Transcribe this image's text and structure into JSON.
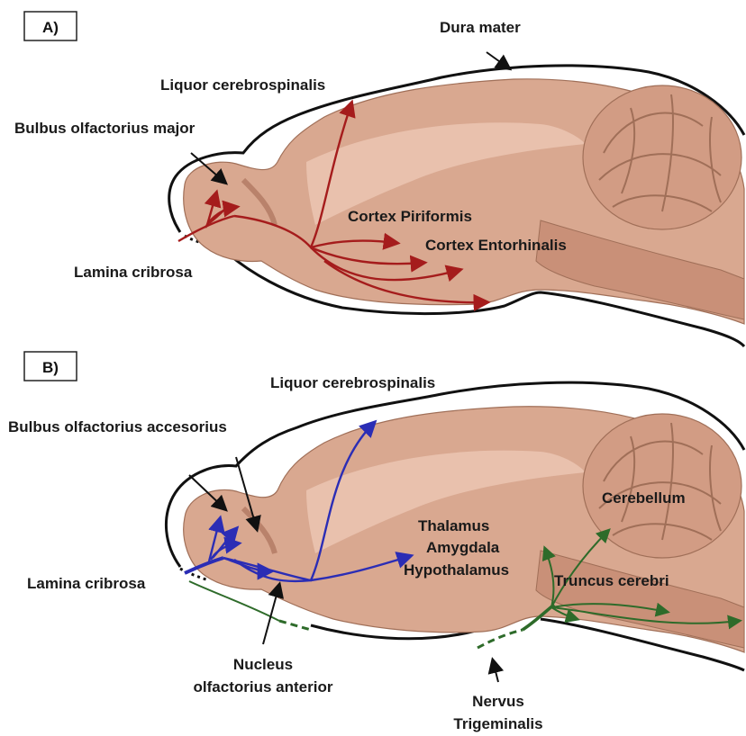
{
  "panel_a": {
    "tag": "A)",
    "labels": {
      "dura_mater": "Dura mater",
      "liquor": "Liquor cerebrospinalis",
      "bulbus": "Bulbus olfactorius major",
      "cortex_piriformis": "Cortex Piriformis",
      "cortex_entorhinalis": "Cortex Entorhinalis",
      "lamina": "Lamina cribrosa"
    }
  },
  "panel_b": {
    "tag": "B)",
    "labels": {
      "liquor": "Liquor cerebrospinalis",
      "bulbus": "Bulbus olfactorius accesorius",
      "cerebellum": "Cerebellum",
      "thalamus": "Thalamus",
      "amygdala": "Amygdala",
      "hypothalamus": "Hypothalamus",
      "truncus": "Truncus cerebri",
      "lamina": "Lamina cribrosa",
      "nucleus_line1": "Nucleus",
      "nucleus_line2": "olfactorius anterior",
      "nervus_line1": "Nervus",
      "nervus_line2": "Trigeminalis"
    }
  },
  "colors": {
    "brain": "#d9a890",
    "brain_dark": "#b9826b",
    "brain_light": "#ecc7b4",
    "pathway_a": "#a51c1c",
    "pathway_b": "#2b2db5",
    "trigeminal": "#2e6b2a"
  }
}
